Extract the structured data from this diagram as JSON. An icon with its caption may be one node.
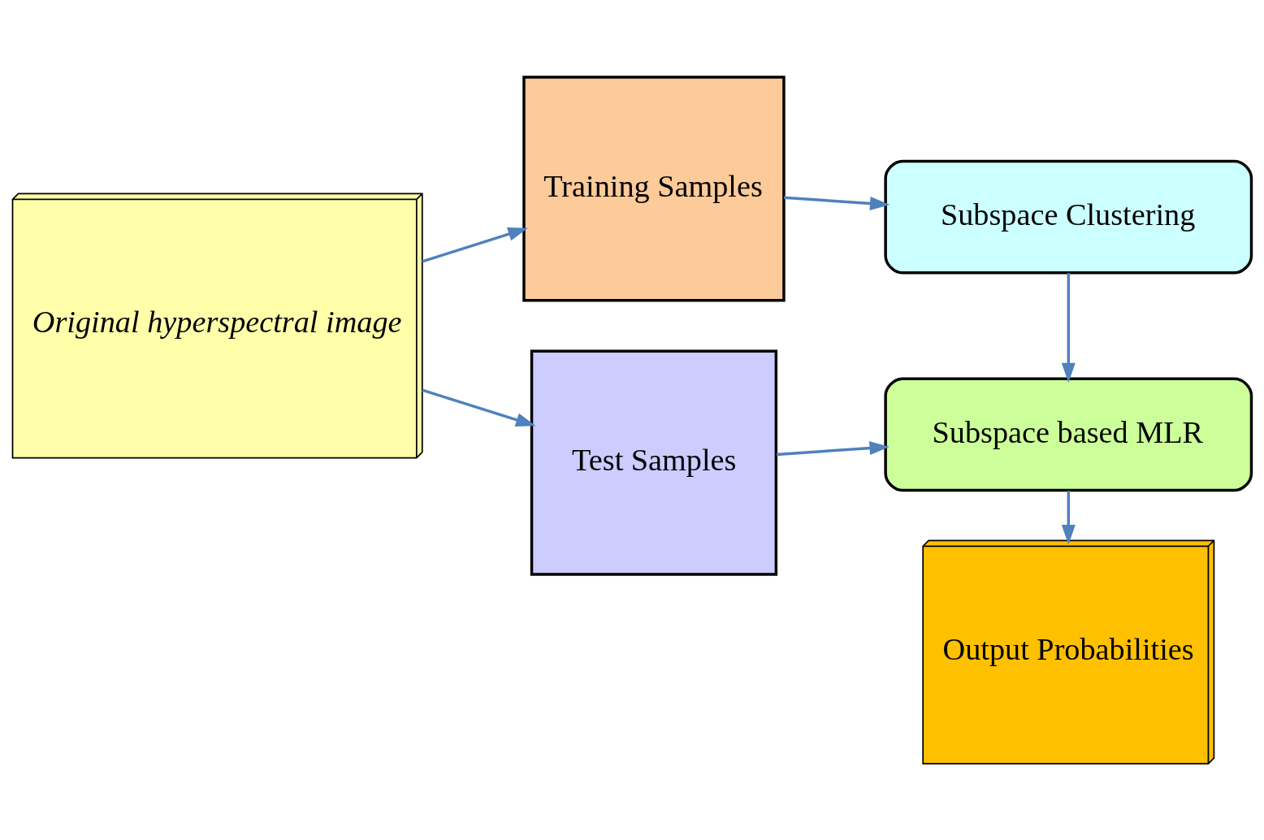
{
  "diagram": {
    "nodes": [
      {
        "text": [
          "Original hyperspectral image"
        ]
      },
      {
        "text": [
          "Training Samples"
        ]
      },
      {
        "text": [
          "Test Samples"
        ]
      },
      {
        "text": [
          "Subspace Clustering"
        ]
      },
      {
        "text": [
          "Subspace based MLR"
        ]
      },
      {
        "text": [
          "Output Probabilities"
        ]
      }
    ],
    "edges": [
      {
        "from": 0,
        "to": 1,
        "arrow": "to"
      },
      {
        "from": 0,
        "to": 2,
        "arrow": "to"
      },
      {
        "from": 1,
        "to": 3,
        "arrow": "to"
      },
      {
        "from": 2,
        "to": 4,
        "arrow": "to"
      },
      {
        "from": 3,
        "to": 4,
        "arrow": "to"
      },
      {
        "from": 4,
        "to": 5,
        "arrow": "to"
      }
    ]
  }
}
